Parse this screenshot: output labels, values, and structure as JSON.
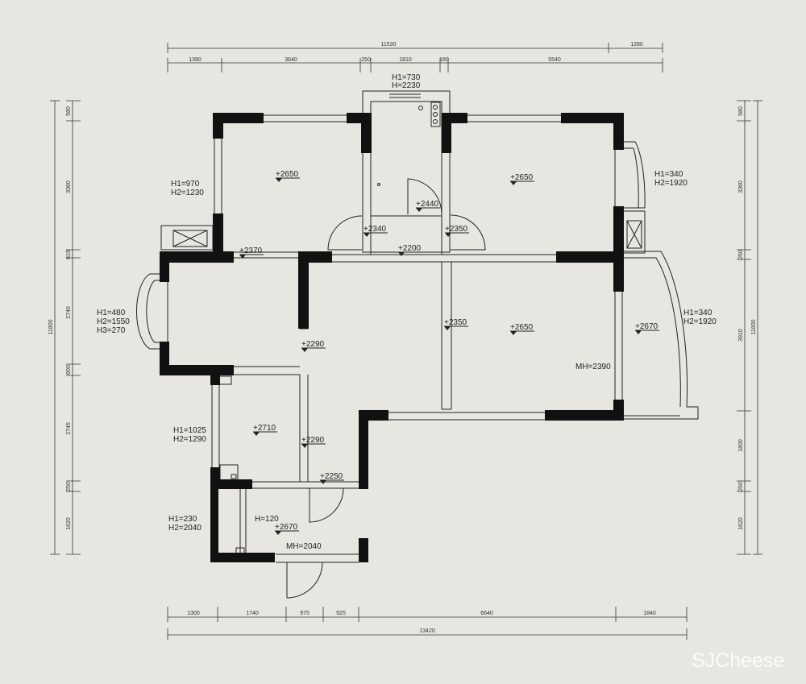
{
  "dimensions": {
    "top_overall": [
      "11530",
      "1280"
    ],
    "top_parts": [
      "1390",
      "3640",
      "250",
      "1810",
      "180",
      "5540"
    ],
    "bottom_parts": [
      "1300",
      "1740",
      "975",
      "925",
      "6640",
      "1840"
    ],
    "bottom_overall": "13420",
    "left_parts": [
      "580",
      "3360",
      "615",
      "2740",
      "600",
      "2745",
      "250",
      "1620"
    ],
    "left_overall": "11800",
    "right_parts": [
      "580",
      "3360",
      "250",
      "3910",
      "1800",
      "250",
      "1620"
    ],
    "right_overall": "11800"
  },
  "annotations": {
    "top_window_h1": "H1=730",
    "top_window_h": "H=2230",
    "left_window_h1": "H1=970",
    "left_window_h2": "H2=1230",
    "right_window_h1": "H1=340",
    "right_window_h2": "H2=1920",
    "bay_window_h1": "H1=480",
    "bay_window_h2": "H2=1550",
    "bay_window_h3": "H3=270",
    "balcony_h1": "H1=340",
    "balcony_h2": "H2=1920",
    "kitchen_window_h1": "H1=1025",
    "kitchen_window_h2": "H2=1290",
    "entry_window_h1": "H1=230",
    "entry_window_h2": "H2=2040",
    "entry_h": "H=120",
    "living_mh": "MH=2390",
    "entry_mh": "MH=2040"
  },
  "levels": {
    "bedroom_left": "2650",
    "bathroom": "2440",
    "bedroom_right": "2650",
    "hall_left": "2340",
    "hall_right": "2350",
    "corridor": "2200",
    "small_room": "2370",
    "living_left": "2350",
    "living": "2650",
    "balcony": "2670",
    "dining_upper": "2290",
    "kitchen": "2710",
    "dining_lower": "2290",
    "entry_door": "2250",
    "entry": "2670"
  },
  "watermark": "SJCheese"
}
